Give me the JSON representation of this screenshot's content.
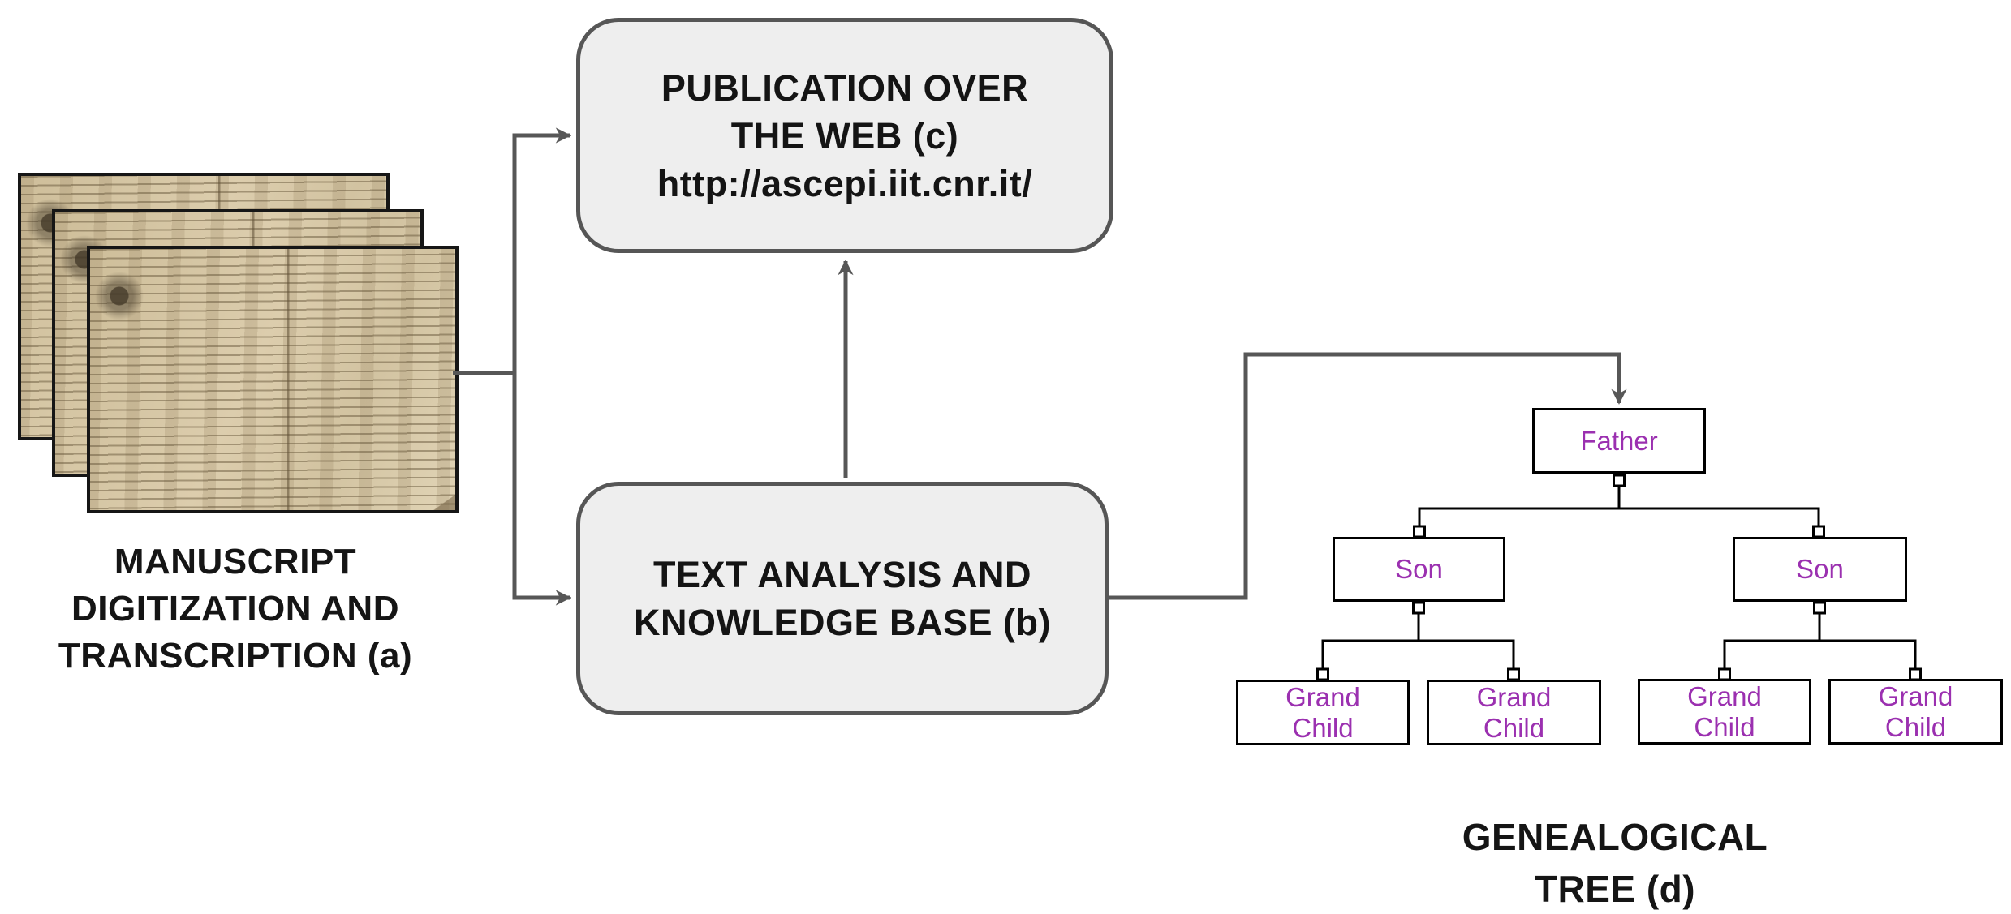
{
  "captions": {
    "manuscript": [
      "MANUSCRIPT",
      "DIGITIZATION AND",
      "TRANSCRIPTION (a)"
    ],
    "genealogical": [
      "GENEALOGICAL",
      "TREE (d)"
    ]
  },
  "publication_box": {
    "lines": [
      "PUBLICATION OVER",
      "THE WEB (c)"
    ],
    "url": "http://ascepi.iit.cnr.it/"
  },
  "analysis_box": {
    "lines": [
      "TEXT ANALYSIS AND",
      "KNOWLEDGE BASE (b)"
    ]
  },
  "tree": {
    "father": "Father",
    "sons": [
      "Son",
      "Son"
    ],
    "grandchildren": [
      [
        "Grand",
        "Child"
      ],
      [
        "Grand",
        "Child"
      ],
      [
        "Grand",
        "Child"
      ],
      [
        "Grand",
        "Child"
      ]
    ]
  },
  "colors": {
    "connector_gray": "#575757",
    "process_box_fill": "#eeeeee",
    "process_box_border": "#565656",
    "tree_text_purple": "#9b30b0",
    "tree_line_black": "#000000",
    "caption_text": "#151515",
    "parchment": "#d5c6a5"
  }
}
